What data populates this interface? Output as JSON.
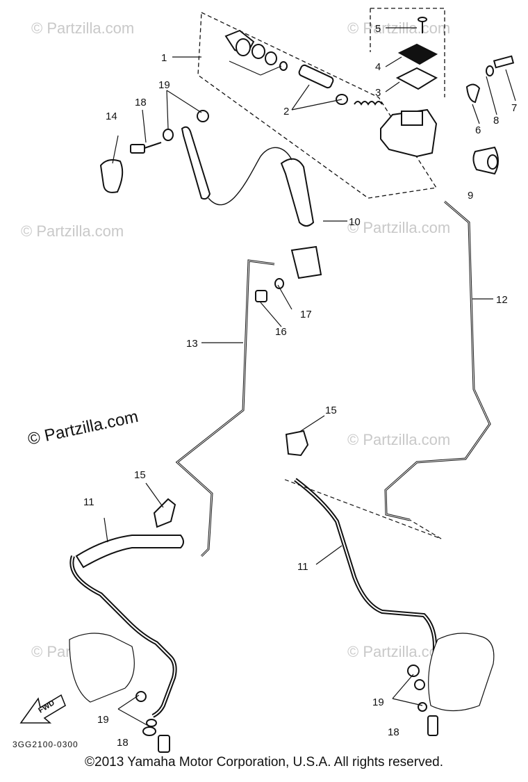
{
  "watermark": "© Partzilla.com",
  "callouts": {
    "c1": "1",
    "c2": "2",
    "c3": "3",
    "c4": "4",
    "c5": "5",
    "c6": "6",
    "c7": "7",
    "c8": "8",
    "c9": "9",
    "c10": "10",
    "c11a": "11",
    "c11b": "11",
    "c12": "12",
    "c13": "13",
    "c14": "14",
    "c15a": "15",
    "c15b": "15",
    "c16": "16",
    "c17": "17",
    "c18a": "18",
    "c18b": "18",
    "c18c": "18",
    "c19a": "19",
    "c19b": "19",
    "c19c": "19"
  },
  "fwd_label": "FWD",
  "diagram_code": "3GG2100-0300",
  "copyright": "©2013 Yamaha Motor Corporation, U.S.A. All rights reserved."
}
